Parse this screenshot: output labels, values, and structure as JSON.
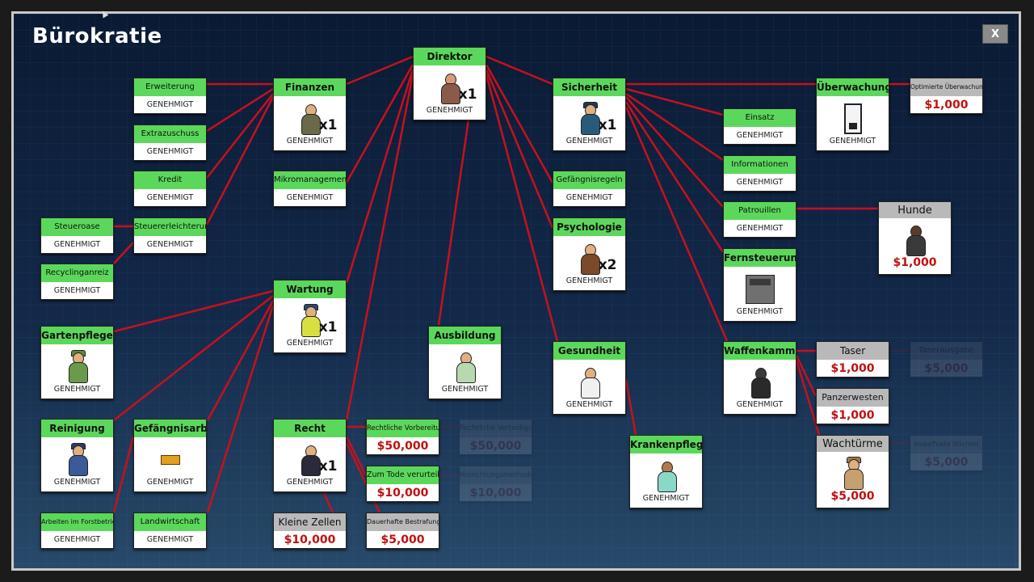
{
  "title": "Bürokratie",
  "close_label": "X",
  "colors": {
    "approved_header": "#5bd85b",
    "available_header": "#b9b9b9",
    "price": "#c01010",
    "line": "#c8101e"
  },
  "nodes": {
    "direktor": {
      "label": "Direktor",
      "status": "GENEHMIGT",
      "count": "x1",
      "icon": "director-icon"
    },
    "finanzen": {
      "label": "Finanzen",
      "status": "GENEHMIGT",
      "count": "x1",
      "icon": "accountant-icon"
    },
    "sicherheit": {
      "label": "Sicherheit",
      "status": "GENEHMIGT",
      "count": "x1",
      "icon": "security-chief-icon"
    },
    "erweiterung": {
      "label": "Erweiterung",
      "status": "GENEHMIGT"
    },
    "extrazuschuss": {
      "label": "Extrazuschuss",
      "status": "GENEHMIGT"
    },
    "kredit": {
      "label": "Kredit",
      "status": "GENEHMIGT"
    },
    "steueroase": {
      "label": "Steueroase",
      "status": "GENEHMIGT"
    },
    "steuererleichterung": {
      "label": "Steuererleichterung",
      "status": "GENEHMIGT"
    },
    "recyclinganreiz": {
      "label": "Recyclinganreiz",
      "status": "GENEHMIGT"
    },
    "mikromanagement": {
      "label": "Mikromanagement",
      "status": "GENEHMIGT"
    },
    "wartung": {
      "label": "Wartung",
      "status": "GENEHMIGT",
      "count": "x1",
      "icon": "foreman-icon"
    },
    "gartenpflege": {
      "label": "Gartenpflege",
      "status": "GENEHMIGT",
      "icon": "gardener-icon"
    },
    "reinigung": {
      "label": "Reinigung",
      "status": "GENEHMIGT",
      "icon": "janitor-icon"
    },
    "gefaengnisarbeit": {
      "label": "Gefängnisarbeit",
      "status": "GENEHMIGT",
      "icon": "work-icon"
    },
    "forstbetrieb": {
      "label": "Arbeiten im Forstbetrieb",
      "status": "GENEHMIGT"
    },
    "landwirtschaft": {
      "label": "Landwirtschaft",
      "status": "GENEHMIGT"
    },
    "ausbildung": {
      "label": "Ausbildung",
      "status": "GENEHMIGT",
      "icon": "trainee-icon"
    },
    "recht": {
      "label": "Recht",
      "status": "GENEHMIGT",
      "count": "x1",
      "icon": "lawyer-icon"
    },
    "vorbereitung": {
      "label": "Rechtliche Vorbereitung",
      "price": "$50,000"
    },
    "verteidigung": {
      "label": "Rechtliche Verteidigung",
      "price": "$50,000"
    },
    "todesurteil": {
      "label": "Zum Tode verurteilt",
      "price": "$10,000"
    },
    "hinrichtung": {
      "label": "Hinrichtungsmethode",
      "price": "$10,000"
    },
    "kleine_zellen": {
      "label": "Kleine Zellen",
      "price": "$10,000"
    },
    "bestrafungen": {
      "label": "Dauerhafte Bestrafungen",
      "price": "$5,000"
    },
    "gefaengnisregeln": {
      "label": "Gefängnisregeln",
      "status": "GENEHMIGT"
    },
    "psychologie": {
      "label": "Psychologie",
      "status": "GENEHMIGT",
      "count": "x2",
      "icon": "psychologist-icon"
    },
    "gesundheit": {
      "label": "Gesundheit",
      "status": "GENEHMIGT",
      "icon": "doctor-icon"
    },
    "krankenpfleger": {
      "label": "Krankenpfleger",
      "status": "GENEHMIGT",
      "icon": "nurse-icon"
    },
    "einsatz": {
      "label": "Einsatz",
      "status": "GENEHMIGT"
    },
    "informationen": {
      "label": "Informationen",
      "status": "GENEHMIGT"
    },
    "patrouillen": {
      "label": "Patrouillen",
      "status": "GENEHMIGT"
    },
    "fernsteuerung": {
      "label": "Fernsteuerung",
      "status": "GENEHMIGT",
      "icon": "door-control-icon"
    },
    "ueberwachung": {
      "label": "Überwachung",
      "status": "GENEHMIGT",
      "icon": "cctv-icon"
    },
    "opt_ueberwachung": {
      "label": "Optimierte Überwachung",
      "price": "$1,000"
    },
    "hunde": {
      "label": "Hunde",
      "price": "$1,000",
      "icon": "dog-handler-icon"
    },
    "waffenkammer": {
      "label": "Waffenkammer",
      "status": "GENEHMIGT",
      "icon": "armoury-guard-icon"
    },
    "taser": {
      "label": "Taser",
      "price": "$1,000"
    },
    "taser_ausgabe": {
      "label": "Taserausgabe",
      "price": "$5,000"
    },
    "panzerwesten": {
      "label": "Panzerwesten",
      "price": "$1,000"
    },
    "wachtuerme": {
      "label": "Wachtürme",
      "price": "$5,000",
      "icon": "tower-guard-icon"
    },
    "bewaffnete_waechter": {
      "label": "Bewaffnete Wächter",
      "price": "$5,000"
    }
  }
}
